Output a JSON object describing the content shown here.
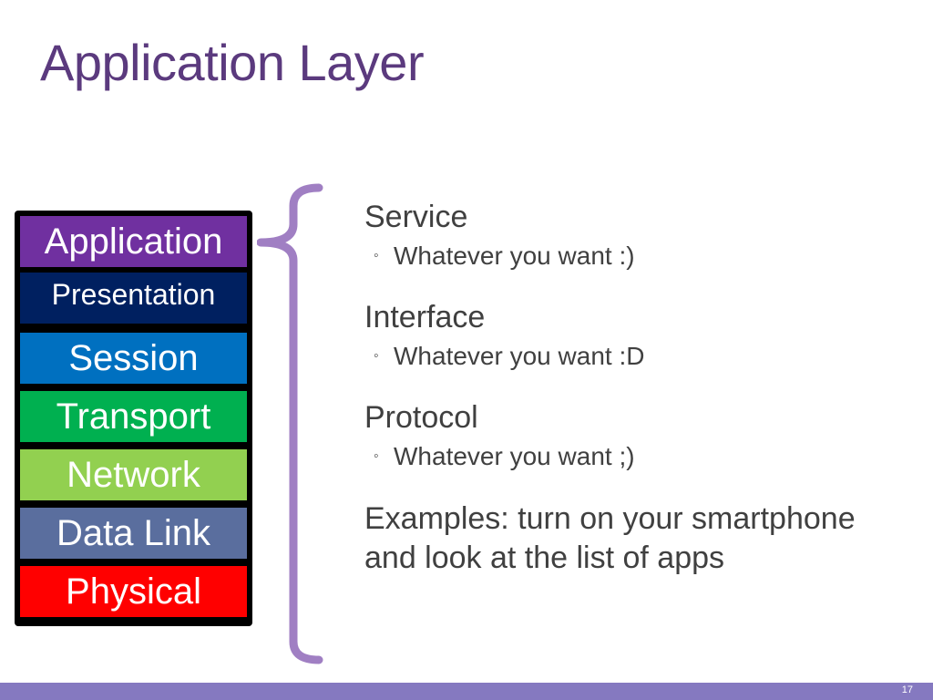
{
  "slide": {
    "title": "Application Layer",
    "page_number": "17"
  },
  "osi_layers": [
    {
      "label": "Application",
      "color": "#7030a0"
    },
    {
      "label": "Presentation",
      "color": "#002060"
    },
    {
      "label": "Session",
      "color": "#0070c0"
    },
    {
      "label": "Transport",
      "color": "#00b050"
    },
    {
      "label": "Network",
      "color": "#92d050"
    },
    {
      "label": "Data Link",
      "color": "#5a6e9e"
    },
    {
      "label": "Physical",
      "color": "#ff0000"
    }
  ],
  "content": {
    "service": {
      "heading": "Service",
      "sub": "Whatever you want :)"
    },
    "interface": {
      "heading": "Interface",
      "sub": "Whatever you want :D"
    },
    "protocol": {
      "heading": "Protocol",
      "sub": "Whatever you want ;)"
    },
    "examples_line1": "Examples: turn on your smartphone",
    "examples_line2": "and look at the list of apps",
    "bullet_glyph": "◦"
  },
  "colors": {
    "title": "#5b3a7e",
    "brace": "#a07fc3",
    "footer": "#8579c0",
    "text": "#404040"
  }
}
